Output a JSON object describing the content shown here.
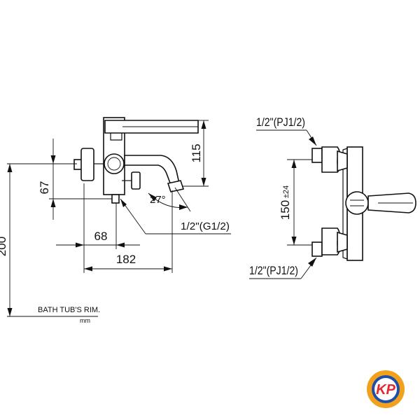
{
  "side_view": {
    "dim_height": "200",
    "dim_inlet_height": "67",
    "dim_spout_height": "115",
    "dim_inlet_offset": "68",
    "dim_total_depth": "182",
    "angle_label": "27°",
    "outlet_thread": "1/2\"(G1/2)",
    "rim_label": "BATH TUB'S RIM.",
    "unit_label": "mm"
  },
  "front_view": {
    "top_inlet_thread": "1/2\"(PJ1/2)",
    "bottom_inlet_thread": "1/2\"(PJ1/2)",
    "center_distance": "150",
    "center_tolerance": "±24"
  },
  "logo": {
    "text": "KP",
    "colors": {
      "ring": "#f2a11d",
      "inner": "#1f4fa8",
      "letter": "#e8262b"
    }
  }
}
